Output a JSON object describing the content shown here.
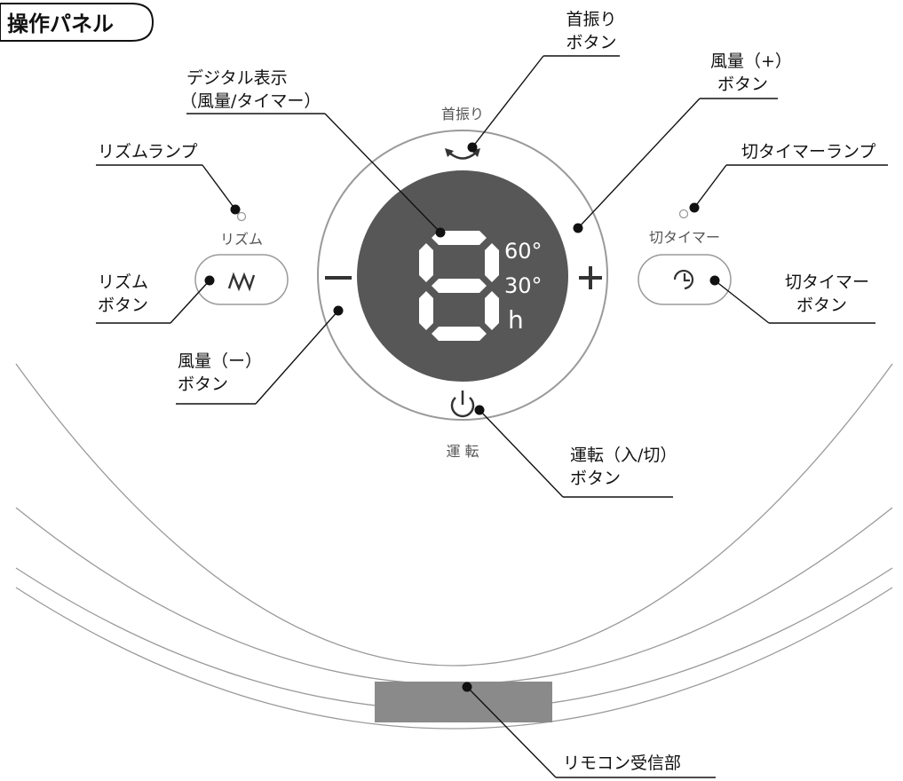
{
  "header": {
    "title": "操作パネル"
  },
  "panel": {
    "oscillation_label": "首振り",
    "rhythm_label": "リズム",
    "timer_label": "切タイマー",
    "power_label": "運 転",
    "minus_symbol": "−",
    "plus_symbol": "+",
    "display": {
      "seg_digit": "8",
      "indicator_60": "60°",
      "indicator_30": "30°",
      "indicator_h": "h"
    }
  },
  "callouts": {
    "oscillation_button": [
      "首振り",
      "ボタン"
    ],
    "digital_display": [
      "デジタル表示",
      "（風量/タイマー）"
    ],
    "fan_plus_button": [
      "風量（+）",
      "ボタン"
    ],
    "rhythm_lamp": "リズムランプ",
    "timer_off_lamp": "切タイマーランプ",
    "rhythm_button": [
      "リズム",
      "ボタン"
    ],
    "timer_off_button": [
      "切タイマー",
      "ボタン"
    ],
    "fan_minus_button": [
      "風量（ー）",
      "ボタン"
    ],
    "power_button": [
      "運転（入/切）",
      "ボタン"
    ],
    "remote_receiver": "リモコン受信部"
  },
  "icons": {
    "oscillation": "oscillation-arrows-icon",
    "rhythm": "rhythm-wave-icon",
    "timer": "clock-icon",
    "power": "power-icon"
  },
  "colors": {
    "display_bg": "#575757",
    "ring": "#9a9a9a",
    "receiver": "#8a8a8a",
    "text": "#111111"
  }
}
